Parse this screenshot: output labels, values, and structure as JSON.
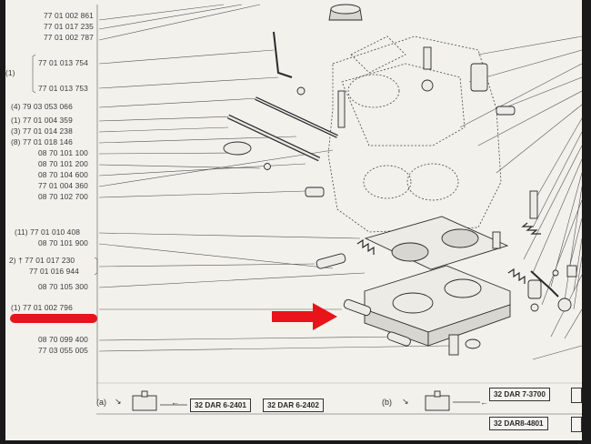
{
  "labels": [
    "77 01 002 861",
    "77 01 017 235",
    "77 01 002 787",
    "(1)",
    "77 01 013 754",
    "77 01 013 753",
    "(4) 79 03 053 066",
    "(1) 77 01 004 359",
    "(3) 77 01 014 238",
    "(8) 77 01 018 146",
    "08 70 101 100",
    "08 70 101 200",
    "08 70 104 600",
    "77 01 004 360",
    "08 70 102 700",
    "(11) 77 01 010 408",
    "08 70 101 900",
    "2) † 77 01 017 230",
    "77 01 016 944",
    "08 70 105 300",
    "(1) 77 01 002 796",
    "08 70 099 400",
    "77 03 055 005"
  ],
  "footer": {
    "a": {
      "tag": "(a)",
      "boxes": [
        "32 DAR 6-2401",
        "32 DAR 6-2402"
      ]
    },
    "b": {
      "tag": "(b)",
      "boxes": [
        "32 DAR 7-3700",
        "32 DAR8-4801"
      ]
    }
  },
  "colors": {
    "highlight_red": "#e8141a",
    "paper": "#f3f1ec",
    "ink": "#3a3a3a"
  }
}
